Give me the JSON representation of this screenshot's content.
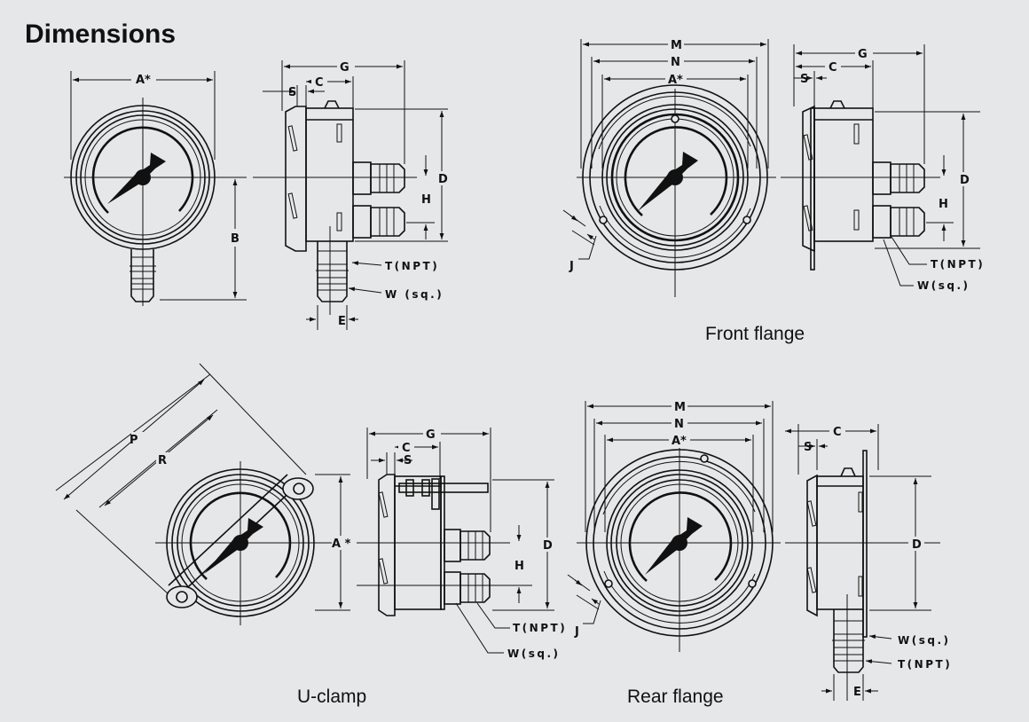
{
  "title": "Dimensions",
  "captions": {
    "front_flange": "Front flange",
    "u_clamp": "U-clamp",
    "rear_flange": "Rear flange"
  },
  "labels": {
    "A": "A*",
    "A_spaced": "A *",
    "B": "B",
    "C": "C",
    "D": "D",
    "E": "E",
    "G": "G",
    "H": "H",
    "J": "J",
    "M": "M",
    "N": "N",
    "P": "P",
    "R": "R",
    "S": "S",
    "T": "T(NPT)",
    "W": "W(sq.)",
    "W_spaced": "W (sq.)"
  }
}
